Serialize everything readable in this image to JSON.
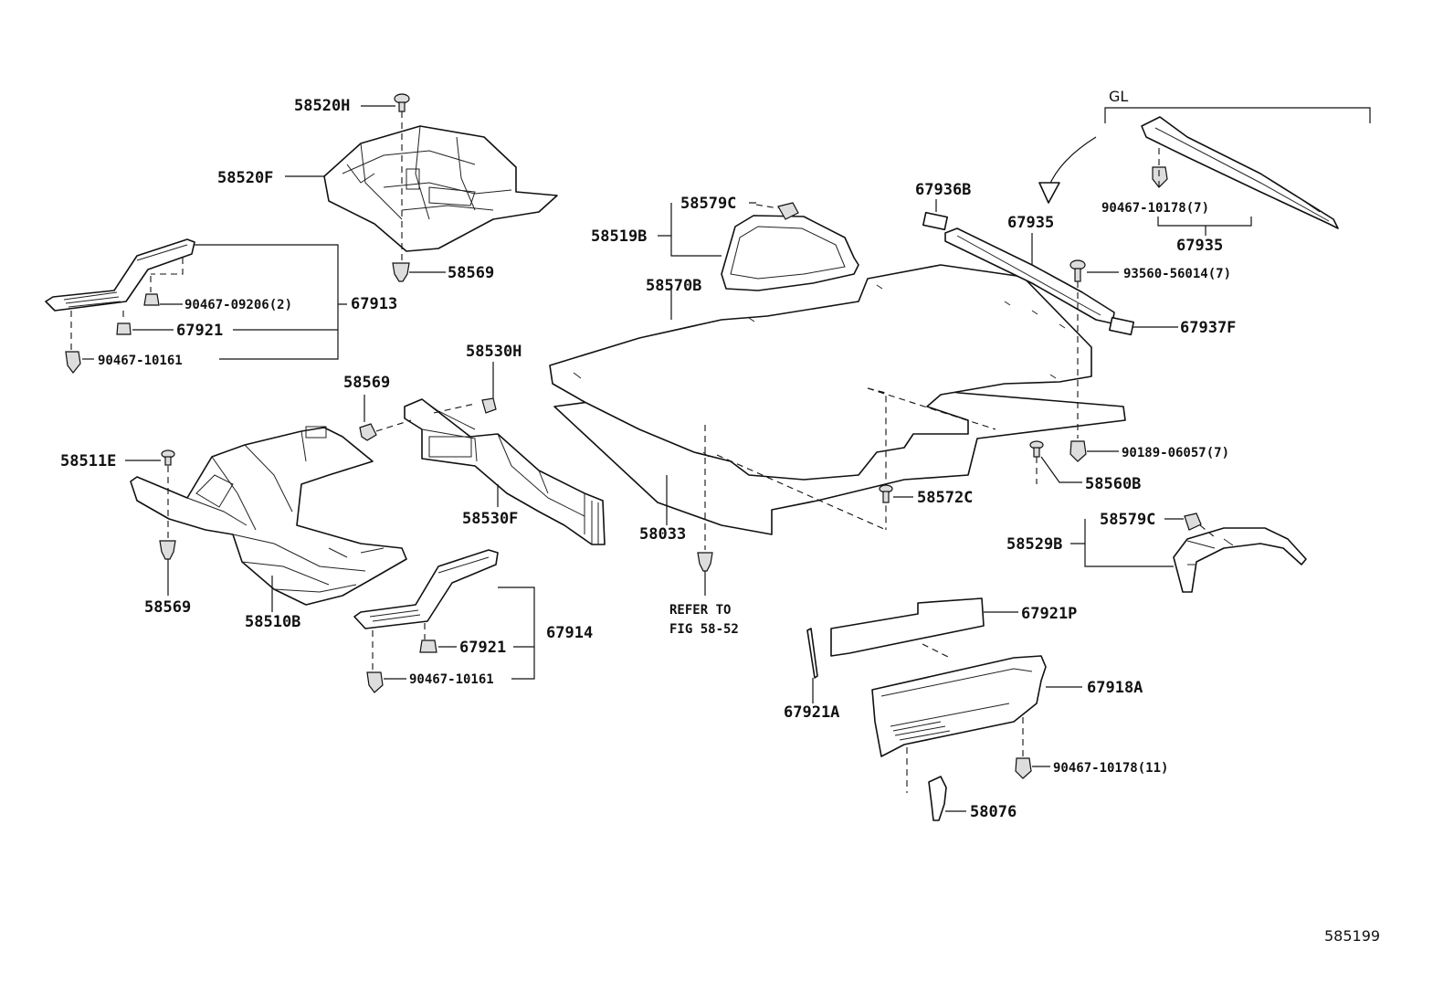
{
  "diagram_id": "585199",
  "group_label": "GL",
  "refer_note": [
    "REFER TO",
    "FIG 58-52"
  ],
  "parts": {
    "p58520H": "58520H",
    "p58520F": "58520F",
    "p58569_top": "58569",
    "p90467_09206": "90467-09206(2)",
    "p67913": "67913",
    "p67921_left": "67921",
    "p90467_10161_left": "90467-10161",
    "p58569_mid": "58569",
    "p58530H": "58530H",
    "p58511E": "58511E",
    "p58530F": "58530F",
    "p58569_bottom": "58569",
    "p58510B": "58510B",
    "p67921_mid": "67921",
    "p67914": "67914",
    "p90467_10161_mid": "90467-10161",
    "p58579C_top": "58579C",
    "p58519B": "58519B",
    "p58570B": "58570B",
    "p58033": "58033",
    "p58572C": "58572C",
    "p67936B": "67936B",
    "p67935_center": "67935",
    "p90467_10178_7": "90467-10178(7)",
    "p67935_right": "67935",
    "p93560_56014": "93560-56014(7)",
    "p67937F": "67937F",
    "p90189_06057": "90189-06057(7)",
    "p58560B": "58560B",
    "p58579C_right": "58579C",
    "p58529B": "58529B",
    "p67921P": "67921P",
    "p67921A": "67921A",
    "p67918A": "67918A",
    "p90467_10178_11": "90467-10178(11)",
    "p58076": "58076"
  }
}
